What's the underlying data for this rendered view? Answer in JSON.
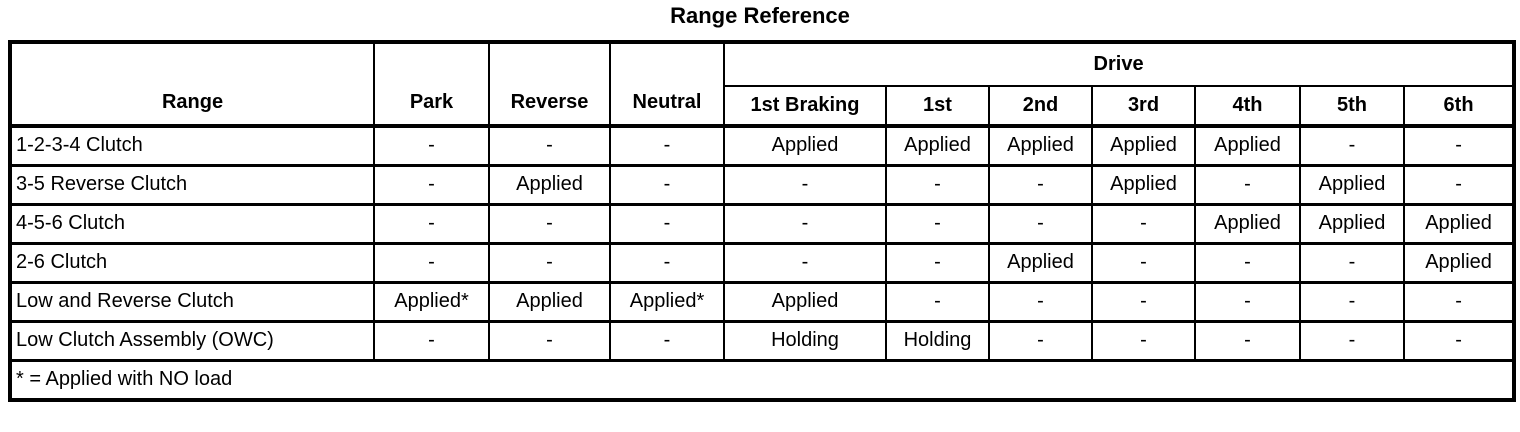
{
  "title": "Range Reference",
  "colors": {
    "background": "#ffffff",
    "text": "#000000",
    "border": "#000000"
  },
  "table": {
    "range_header": "Range",
    "static_headers": [
      "Park",
      "Reverse",
      "Neutral"
    ],
    "drive_header": "Drive",
    "drive_subheaders": [
      "1st Braking",
      "1st",
      "2nd",
      "3rd",
      "4th",
      "5th",
      "6th"
    ],
    "rows": [
      {
        "label": "1-2-3-4 Clutch",
        "values": [
          "-",
          "-",
          "-",
          "Applied",
          "Applied",
          "Applied",
          "Applied",
          "Applied",
          "-",
          "-"
        ]
      },
      {
        "label": "3-5 Reverse Clutch",
        "values": [
          "-",
          "Applied",
          "-",
          "-",
          "-",
          "-",
          "Applied",
          "-",
          "Applied",
          "-"
        ]
      },
      {
        "label": "4-5-6 Clutch",
        "values": [
          "-",
          "-",
          "-",
          "-",
          "-",
          "-",
          "-",
          "Applied",
          "Applied",
          "Applied"
        ]
      },
      {
        "label": "2-6 Clutch",
        "values": [
          "-",
          "-",
          "-",
          "-",
          "-",
          "Applied",
          "-",
          "-",
          "-",
          "Applied"
        ]
      },
      {
        "label": "Low and Reverse Clutch",
        "values": [
          "Applied*",
          "Applied",
          "Applied*",
          "Applied",
          "-",
          "-",
          "-",
          "-",
          "-",
          "-"
        ]
      },
      {
        "label": "Low Clutch Assembly (OWC)",
        "values": [
          "-",
          "-",
          "-",
          "Holding",
          "Holding",
          "-",
          "-",
          "-",
          "-",
          "-"
        ]
      }
    ],
    "footnote": "* = Applied with NO load"
  }
}
